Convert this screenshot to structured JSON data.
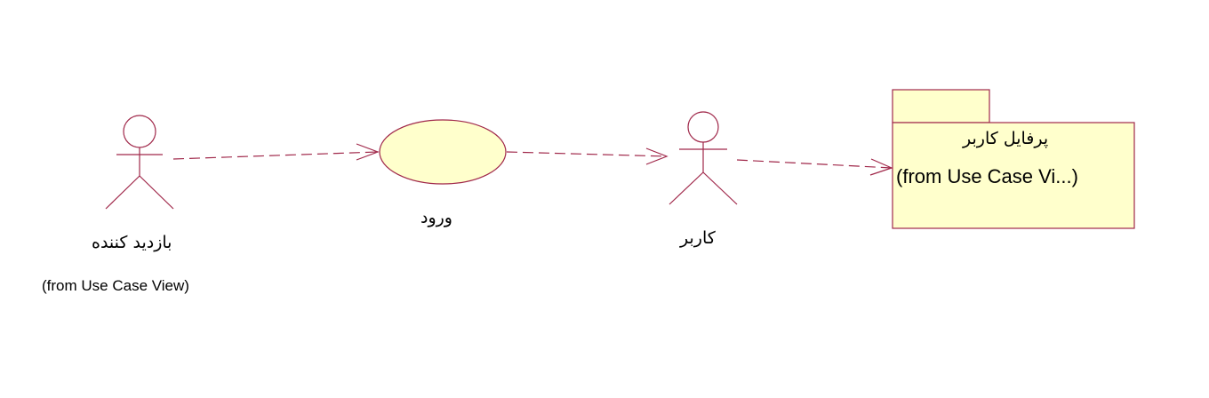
{
  "colors": {
    "stroke": "#a0284a",
    "fill": "#ffffcc",
    "background": "#ffffff",
    "text": "#000000"
  },
  "actors": [
    {
      "id": "visitor",
      "name": "بازدید کننده",
      "source": "(from Use Case View)"
    },
    {
      "id": "user",
      "name": "کاربر"
    }
  ],
  "use_case": {
    "id": "login",
    "name": "ورود"
  },
  "package": {
    "id": "user-profile",
    "name": "پرفایل کاربر",
    "source": "(from Use Case Vi...)"
  },
  "dependencies": [
    {
      "from": "visitor",
      "to": "login",
      "style": "dashed-open-arrow"
    },
    {
      "from": "login",
      "to": "user",
      "style": "dashed-open-arrow"
    },
    {
      "from": "user",
      "to": "user-profile",
      "style": "dashed-open-arrow"
    }
  ]
}
